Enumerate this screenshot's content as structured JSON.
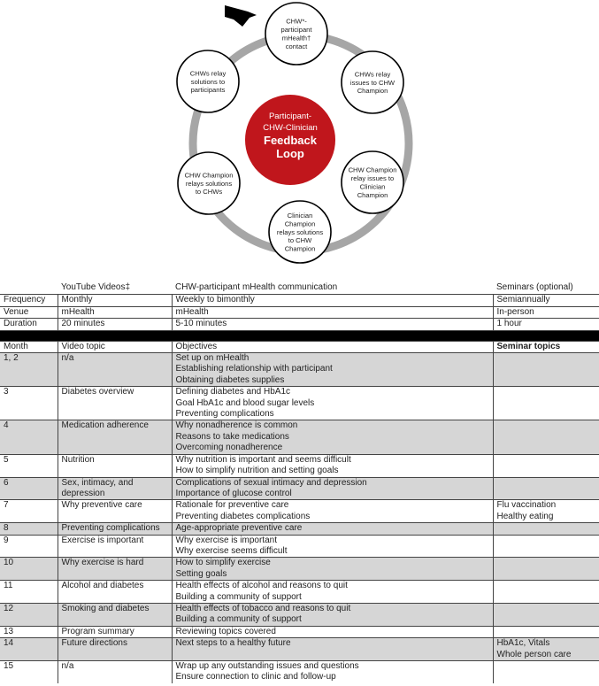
{
  "diagram": {
    "center": [
      "Participant-",
      "CHW-Clinician",
      "Feedback",
      "Loop"
    ],
    "nodes": [
      {
        "id": "top",
        "lines": [
          "CHW*-",
          "participant",
          "mHealth†",
          "contact"
        ]
      },
      {
        "id": "upper-right",
        "lines": [
          "CHWs relay",
          "issues to CHW",
          "Champion"
        ]
      },
      {
        "id": "lower-right",
        "lines": [
          "CHW Champion",
          "relay issues to",
          "Clinician",
          "Champion"
        ]
      },
      {
        "id": "bottom",
        "lines": [
          "Clinician",
          "Champion",
          "relays solutions",
          "to CHW",
          "Champion"
        ]
      },
      {
        "id": "lower-left",
        "lines": [
          "CHW Champion",
          "relays solutions",
          "to CHWs"
        ]
      },
      {
        "id": "upper-left",
        "lines": [
          "CHWs relay",
          "solutions to",
          "participants"
        ]
      }
    ],
    "colors": {
      "center": "#c0161c",
      "ring": "#a6a6a6",
      "arrow": "#000000"
    }
  },
  "table": {
    "header": [
      "",
      "YouTube Videos‡",
      "CHW-participant mHealth communication",
      "Seminars (optional)"
    ],
    "info_rows": [
      [
        "Frequency",
        "Monthly",
        "Weekly to bimonthly",
        "Semiannually"
      ],
      [
        "Venue",
        "mHealth",
        "mHealth",
        "In-person"
      ],
      [
        "Duration",
        "20 minutes",
        "5-10 minutes",
        "1 hour"
      ]
    ],
    "sub_header": [
      "Month",
      "Video topic",
      "Objectives",
      "Seminar topics"
    ],
    "rows": [
      {
        "month": "1, 2",
        "topic": [
          "n/a"
        ],
        "objectives": [
          "Set up on mHealth",
          "Establishing relationship with participant",
          "Obtaining diabetes supplies"
        ],
        "seminar": [],
        "shaded": true
      },
      {
        "month": "3",
        "topic": [
          "Diabetes overview"
        ],
        "objectives": [
          "Defining diabetes and HbA1c",
          "Goal HbA1c and blood sugar levels",
          "Preventing complications"
        ],
        "seminar": [],
        "shaded": false
      },
      {
        "month": "4",
        "topic": [
          "Medication adherence"
        ],
        "objectives": [
          "Why nonadherence is common",
          "Reasons to take medications",
          "Overcoming nonadherence"
        ],
        "seminar": [],
        "shaded": true
      },
      {
        "month": "5",
        "topic": [
          "Nutrition"
        ],
        "objectives": [
          "Why nutrition is important and seems difficult",
          "How to simplify nutrition and setting goals"
        ],
        "seminar": [],
        "shaded": false
      },
      {
        "month": "6",
        "topic": [
          "Sex, intimacy, and",
          "depression"
        ],
        "objectives": [
          "Complications of sexual intimacy and depression",
          "Importance of glucose control"
        ],
        "seminar": [],
        "shaded": true
      },
      {
        "month": "7",
        "topic": [
          "Why preventive care"
        ],
        "objectives": [
          "Rationale for preventive care",
          "Preventing diabetes complications"
        ],
        "seminar": [
          "Flu vaccination",
          "Healthy eating"
        ],
        "shaded": false
      },
      {
        "month": "8",
        "topic": [
          "Preventing complications"
        ],
        "objectives": [
          "Age-appropriate preventive care"
        ],
        "seminar": [],
        "shaded": true
      },
      {
        "month": "9",
        "topic": [
          "Exercise is important"
        ],
        "objectives": [
          "Why exercise is important",
          "Why exercise seems difficult"
        ],
        "seminar": [],
        "shaded": false
      },
      {
        "month": "10",
        "topic": [
          "Why exercise is hard"
        ],
        "objectives": [
          "How to simplify exercise",
          "Setting goals"
        ],
        "seminar": [],
        "shaded": true
      },
      {
        "month": "11",
        "topic": [
          "Alcohol and diabetes"
        ],
        "objectives": [
          "Health effects of alcohol and reasons to quit",
          "Building a community of support"
        ],
        "seminar": [],
        "shaded": false
      },
      {
        "month": "12",
        "topic": [
          "Smoking and diabetes"
        ],
        "objectives": [
          "Health effects of tobacco and reasons to quit",
          "Building a community of support"
        ],
        "seminar": [],
        "shaded": true
      },
      {
        "month": "13",
        "topic": [
          "Program summary"
        ],
        "objectives": [
          "Reviewing topics covered"
        ],
        "seminar": [],
        "shaded": false
      },
      {
        "month": "14",
        "topic": [
          "Future directions"
        ],
        "objectives": [
          "Next steps to a healthy future"
        ],
        "seminar": [
          "HbA1c, Vitals",
          "Whole person care"
        ],
        "shaded": true
      },
      {
        "month": "15",
        "topic": [
          "n/a"
        ],
        "objectives": [
          "Wrap up any outstanding issues and questions",
          "Ensure connection to clinic and follow-up"
        ],
        "seminar": [],
        "shaded": false
      }
    ]
  }
}
